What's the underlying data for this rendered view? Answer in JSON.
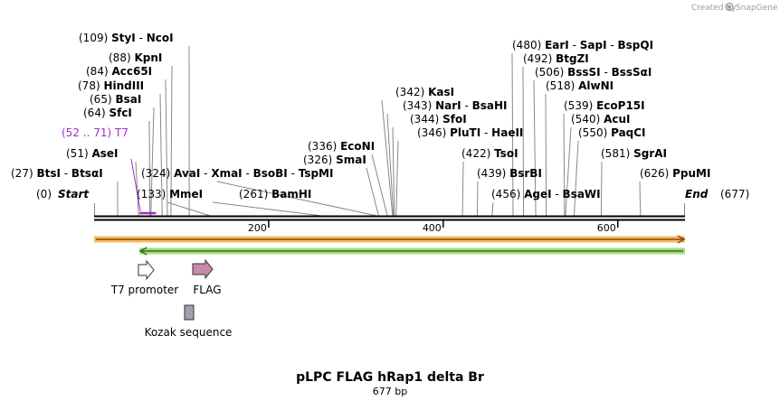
{
  "credit": {
    "text": "Created by",
    "brand": "SnapGene"
  },
  "title": "pLPC FLAG hRap1 delta Br",
  "length_label": "677 bp",
  "sequence_length": 677,
  "ticks": [
    200,
    400,
    600
  ],
  "ends": {
    "start": "Start",
    "end": "End",
    "start_pos": "(0)",
    "end_pos": "(677)"
  },
  "enzymes": [
    {
      "pos": "(109)",
      "names": [
        "StyI",
        "NcoI"
      ],
      "site": 109
    },
    {
      "pos": "(88)",
      "names": [
        "KpnI"
      ],
      "site": 88
    },
    {
      "pos": "(84)",
      "names": [
        "Acc65I"
      ],
      "site": 84
    },
    {
      "pos": "(78)",
      "names": [
        "HindIII"
      ],
      "site": 78
    },
    {
      "pos": "(65)",
      "names": [
        "BsaI"
      ],
      "site": 65
    },
    {
      "pos": "(64)",
      "names": [
        "SfcI"
      ],
      "site": 64
    },
    {
      "pos": "(51)",
      "names": [
        "AseI"
      ],
      "site": 51
    },
    {
      "pos": "(27)",
      "names": [
        "BtsI",
        "BtsαI"
      ],
      "site": 27
    },
    {
      "pos": "(324)",
      "names": [
        "AvaI",
        "XmaI",
        "BsoBI",
        "TspMI"
      ],
      "site": 324
    },
    {
      "pos": "(133)",
      "names": [
        "MmeI"
      ],
      "site": 133
    },
    {
      "pos": "(261)",
      "names": [
        "BamHI"
      ],
      "site": 261
    },
    {
      "pos": "(336)",
      "names": [
        "EcoNI"
      ],
      "site": 336
    },
    {
      "pos": "(326)",
      "names": [
        "SmaI"
      ],
      "site": 326
    },
    {
      "pos": "(342)",
      "names": [
        "KasI"
      ],
      "site": 342
    },
    {
      "pos": "(343)",
      "names": [
        "NarI",
        "BsaHI"
      ],
      "site": 343
    },
    {
      "pos": "(344)",
      "names": [
        "SfoI"
      ],
      "site": 344
    },
    {
      "pos": "(346)",
      "names": [
        "PluTI",
        "HaeII"
      ],
      "site": 346
    },
    {
      "pos": "(422)",
      "names": [
        "TsoI"
      ],
      "site": 422
    },
    {
      "pos": "(439)",
      "names": [
        "BsrBI"
      ],
      "site": 439
    },
    {
      "pos": "(456)",
      "names": [
        "AgeI",
        "BsaWI"
      ],
      "site": 456
    },
    {
      "pos": "(480)",
      "names": [
        "EarI",
        "SapI",
        "BspQI"
      ],
      "site": 480
    },
    {
      "pos": "(492)",
      "names": [
        "BtgZI"
      ],
      "site": 492
    },
    {
      "pos": "(506)",
      "names": [
        "BssSI",
        "BssSαI"
      ],
      "site": 506
    },
    {
      "pos": "(518)",
      "names": [
        "AlwNI"
      ],
      "site": 518
    },
    {
      "pos": "(539)",
      "names": [
        "EcoP15I"
      ],
      "site": 539
    },
    {
      "pos": "(540)",
      "names": [
        "AcuI"
      ],
      "site": 540
    },
    {
      "pos": "(550)",
      "names": [
        "PaqCI"
      ],
      "site": 550
    },
    {
      "pos": "(581)",
      "names": [
        "SgrAI"
      ],
      "site": 581
    },
    {
      "pos": "(626)",
      "names": [
        "PpuMI"
      ],
      "site": 626
    }
  ],
  "primer": {
    "range": "(52 .. 71)",
    "name": "T7",
    "start": 52,
    "end": 71,
    "color": "#9932cc"
  },
  "features": [
    {
      "name": "T7 promoter",
      "start": 52,
      "end": 71,
      "type": "promoter",
      "color": "#ffffff"
    },
    {
      "name": "FLAG",
      "start": 113,
      "end": 136,
      "type": "tag",
      "color": "#c989a8"
    },
    {
      "name": "Kozak sequence",
      "start": 107,
      "end": 117,
      "type": "misc",
      "color": "#a0a0b0"
    }
  ],
  "orf_tracks": [
    {
      "start": 0,
      "end": 677,
      "direction": "forward",
      "color": "#f5b041"
    },
    {
      "start": 52,
      "end": 677,
      "direction": "reverse",
      "color": "#9bd36a"
    }
  ]
}
